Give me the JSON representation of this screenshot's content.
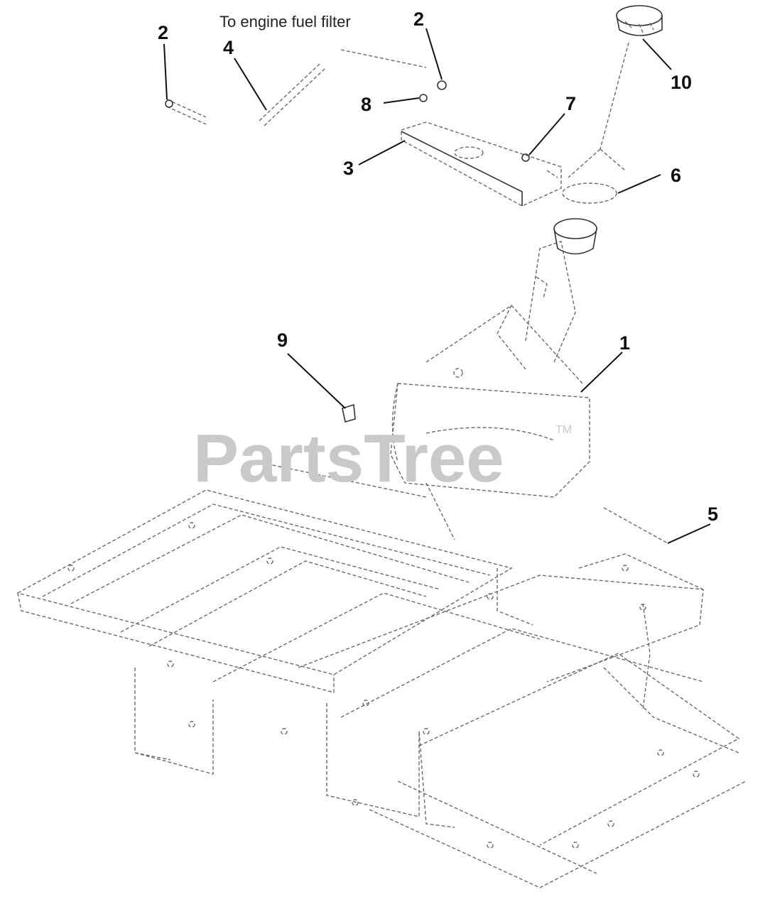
{
  "note": "To engine fuel filter",
  "watermark": "PartsTree",
  "watermark_tm": "TM",
  "callouts": {
    "c1": "1",
    "c2a": "2",
    "c2b": "2",
    "c3": "3",
    "c4": "4",
    "c5": "5",
    "c6": "6",
    "c7": "7",
    "c8": "8",
    "c9": "9",
    "c10": "10"
  }
}
